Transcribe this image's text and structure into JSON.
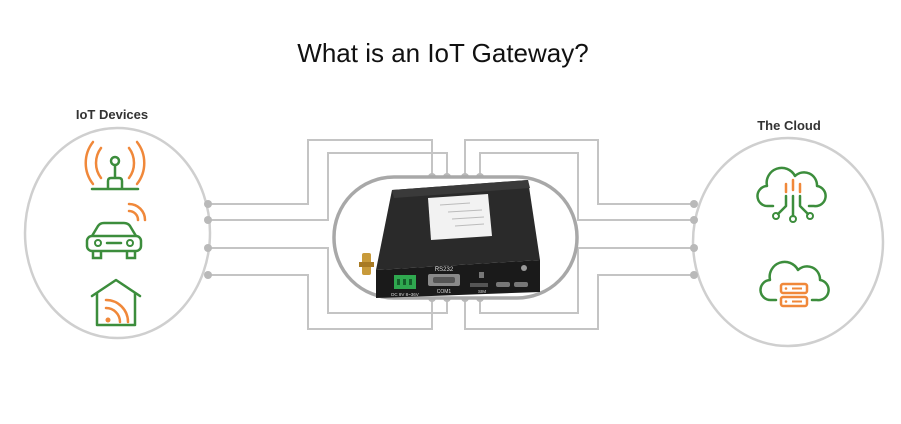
{
  "title": "What is an IoT Gateway?",
  "left_group": {
    "label": "IoT Devices",
    "icons": [
      "antenna-tower-icon",
      "connected-car-icon",
      "smart-home-icon"
    ]
  },
  "right_group": {
    "label": "The Cloud",
    "icons": [
      "cloud-circuit-icon",
      "cloud-server-icon"
    ]
  },
  "gateway": {
    "port_label": "RS232",
    "port_sub_label": "COM1",
    "power_label": "DC 9V 8~36V",
    "sim_label": "SIM"
  },
  "colors": {
    "green": "#3c8d3c",
    "orange": "#f0883a",
    "line": "#c4c4c4",
    "device_body": "#1e1e1e"
  }
}
